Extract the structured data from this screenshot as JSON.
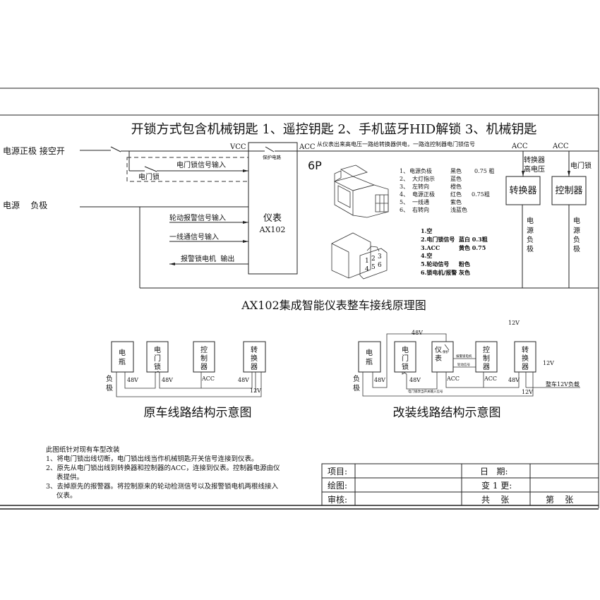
{
  "header": {
    "title": "开锁方式包含机械钥匙 1、遥控钥匙  2、手机蓝牙HID解锁 3、机械钥匙"
  },
  "main": {
    "power_pos": "电源正极 接空开",
    "power_neg": "电源    负极",
    "vcc": "VCC",
    "acc": "ACC",
    "door_lock_signal": "电门锁信号输入",
    "door_lock": "电门锁",
    "protect": "保护电路",
    "meter_name": "仪表",
    "meter_model": "AX102",
    "wheel_alarm": "轮动报警信号输入",
    "one_wire": "一线通信号输入",
    "alarm_motor": "报警锁电机  输出",
    "acc_note": "从仪表出来高电压一路给转换器供电，一路连控制器电门锁信号",
    "acc_right1": "ACC",
    "acc_right2": "ACC",
    "converter_hv1": "转换器",
    "converter_hv2": "高电压",
    "door_lock_right": "电门锁",
    "converter": "转换器",
    "controller": "控制器",
    "neg_chars": [
      "电",
      "源",
      "负",
      "极"
    ],
    "connector_label": "6P",
    "pins_6p": [
      {
        "no": "1、",
        "name": "电源负极",
        "color": "黑色",
        "size": "0.75 粗"
      },
      {
        "no": "2、",
        "name": "大灯指示",
        "color": "蓝色",
        "size": ""
      },
      {
        "no": "3、",
        "name": "左转向",
        "color": "橙色",
        "size": ""
      },
      {
        "no": "4、",
        "name": "电源正极",
        "color": "红色",
        "size": "0.75粗"
      },
      {
        "no": "5、",
        "name": "一线通",
        "color": "紫色",
        "size": ""
      },
      {
        "no": "6、",
        "name": "右转向",
        "color": "浅蓝色",
        "size": ""
      }
    ],
    "pins_2": [
      {
        "name": "1.空",
        "color": ""
      },
      {
        "name": "2.电门锁信号",
        "color": "蓝白  0.3粗"
      },
      {
        "name": "3.ACC",
        "color": "黄色 0.75"
      },
      {
        "name": "4.空",
        "color": ""
      },
      {
        "name": "5.轮动信号",
        "color": "粉色"
      },
      {
        "name": "6.锁电机/报警",
        "color": "灰色"
      }
    ],
    "pin_numbers": [
      "1",
      "2",
      "3",
      "4",
      "5",
      "6"
    ],
    "caption": "AX102集成智能仪表整车接线原理图"
  },
  "original": {
    "battery": [
      "电",
      "瓶"
    ],
    "door_lock": [
      "电",
      "门",
      "锁"
    ],
    "controller": [
      "控",
      "制",
      "器"
    ],
    "converter": [
      "转",
      "换",
      "器"
    ],
    "v48a": "48V",
    "v48b": "48V",
    "acc": "ACC",
    "v48c": "48V",
    "v12": "12V",
    "neg": [
      "负",
      "极"
    ],
    "caption": "原车线路结构示意图"
  },
  "modified": {
    "battery": [
      "电",
      "瓶"
    ],
    "door_lock": [
      "电",
      "门",
      "锁"
    ],
    "meter": [
      "仪",
      "表"
    ],
    "controller": [
      "控",
      "制",
      "器"
    ],
    "converter": [
      "转",
      "换",
      "器"
    ],
    "v48top": "48V",
    "v12top": "12V",
    "v12side": "12V",
    "protect": "保护",
    "alarm_motor": "报警锁电机",
    "wheel_signal": "轮动信号",
    "v48a": "48V",
    "v48b": "48V",
    "acc1": "ACC",
    "acc2": "ACC",
    "v48c": "48V",
    "v12": "12V",
    "load": "整车12V负载",
    "lock_signal": "电门锁改当开关输入信号",
    "neg": [
      "负",
      "极"
    ],
    "caption": "改装线路结构示意图"
  },
  "notes": {
    "title": "此图纸针对现有车型改装",
    "lines": [
      "1、将电门锁出线切断，电门锁出线当作机械钥匙开关信号连接到仪表。",
      "2、原先从电门锁出线到转换器和控制器的ACC，连接到仪表。控制器电源由仪",
      "表提供。",
      "3、去掉原先的报警器。将控制原来的轮动检测信号以及报警锁电机两根线接入",
      "仪表。"
    ]
  },
  "title_block": {
    "project": "项目:",
    "drawn": "绘图:",
    "review": "审核:",
    "date": "日   期:",
    "change": "变 1 更:",
    "total": "共    张",
    "sheet": "第    张"
  }
}
